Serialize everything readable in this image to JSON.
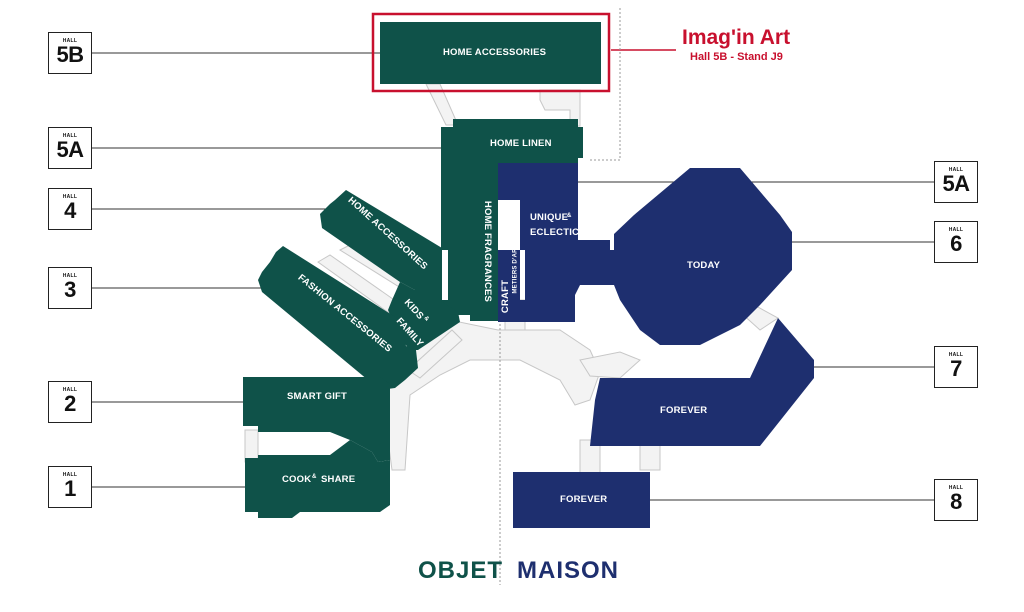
{
  "colors": {
    "objet": "#0f5249",
    "maison": "#1e2f6f",
    "corridor": "#f3f3f3",
    "corridor_stroke": "#c7c7c7",
    "leader": "#333333",
    "highlight": "#c8102e"
  },
  "hall_word": "HALL",
  "halls": {
    "h5b": "5B",
    "h5a_left": "5A",
    "h4": "4",
    "h3": "3",
    "h2": "2",
    "h1": "1",
    "h5a_right": "5A",
    "h6": "6",
    "h7": "7",
    "h8": "8"
  },
  "zones": {
    "home_accessories_5b": "HOME ACCESSORIES",
    "home_linen": "HOME LINEN",
    "home_fragrances": "HOME FRAGRANCES",
    "home_accessories_4": "HOME ACCESSORIES",
    "kids": "KIDS",
    "amp1": "&",
    "family": "FAMILY",
    "fashion_accessories": "FASHION ACCESSORIES",
    "smart_gift": "SMART GIFT",
    "cook": "COOK",
    "amp2": "&",
    "share": "SHARE",
    "unique": "UNIQUE",
    "amp3": "&",
    "eclectic": "ECLECTIC",
    "craft": "CRAFT",
    "craft_sub": "METIERS D'ART",
    "today": "TODAY",
    "forever_7": "FOREVER",
    "forever_8": "FOREVER"
  },
  "brands": {
    "objet": "OBJET",
    "maison": "MAISON"
  },
  "callout": {
    "name": "Imag'in Art",
    "stand": "Hall 5B - Stand J9"
  }
}
